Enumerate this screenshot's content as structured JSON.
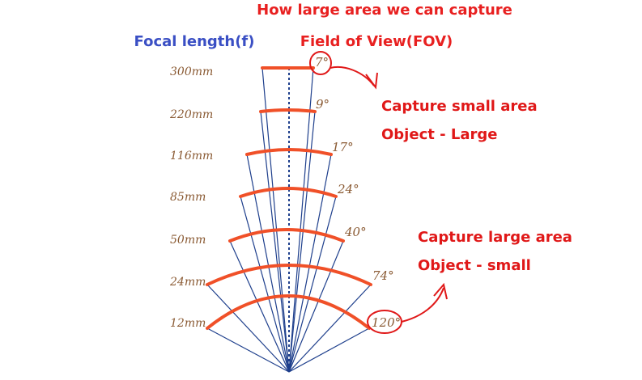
{
  "title": "How large area we can capture",
  "left_header": "Focal length(f)",
  "right_header": "Field of View(FOV)",
  "lens_rows": [
    {
      "focal": "300mm",
      "angle": "7°"
    },
    {
      "focal": "220mm",
      "angle": "9°"
    },
    {
      "focal": "116mm",
      "angle": "17°"
    },
    {
      "focal": "85mm",
      "angle": "24°"
    },
    {
      "focal": "50mm",
      "angle": "40°"
    },
    {
      "focal": "24mm",
      "angle": "74°"
    },
    {
      "focal": "12mm",
      "angle": "120°"
    }
  ],
  "annotation_small": {
    "line1": "Capture small area",
    "line2": "Object - Large"
  },
  "annotation_large": {
    "line1": "Capture large area",
    "line2": "Object - small"
  },
  "colors": {
    "title": "#e82020",
    "left_header": "#3a4fc4",
    "arc": "#f05028",
    "annotation": "#e01818",
    "guide_lines": "#1e3f8c",
    "labels": "#8a5a33"
  }
}
